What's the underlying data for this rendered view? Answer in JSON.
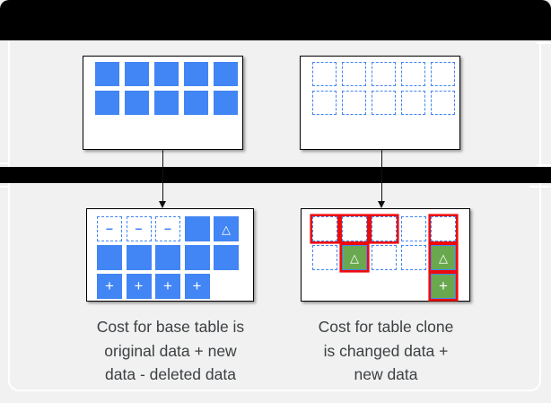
{
  "colors": {
    "blue": "#4285F4",
    "green": "#6AA84F",
    "red": "#EE0B0B",
    "bar": "#000000",
    "page_bg": "#F1F1F1",
    "card_bg": "#EEEEEE",
    "box_bg": "#FFFFFF",
    "outline": "#FFFFFF",
    "text": "#3C4043"
  },
  "glyphs": {
    "minus": "−",
    "plus": "+",
    "delta": "△"
  },
  "boxes": {
    "base_before": {
      "rows": [
        [
          "solid",
          "solid",
          "solid",
          "solid",
          "solid"
        ],
        [
          "solid",
          "solid",
          "solid",
          "solid",
          "solid"
        ]
      ]
    },
    "clone_before": {
      "rows": [
        [
          "dashed",
          "dashed",
          "dashed",
          "dashed",
          "dashed"
        ],
        [
          "dashed",
          "dashed",
          "dashed",
          "dashed",
          "dashed"
        ]
      ]
    },
    "base_after": {
      "rows": [
        [
          "dashed-minus",
          "dashed-minus",
          "dashed-minus",
          "solid",
          "solid-delta"
        ],
        [
          "solid",
          "solid",
          "solid",
          "solid",
          "solid"
        ],
        [
          "solid-plus",
          "solid-plus",
          "solid-plus",
          "solid-plus",
          "empty"
        ]
      ]
    },
    "clone_after": {
      "rows": [
        [
          "dashed-red",
          "dashed-red",
          "dashed-red",
          "dashed",
          "dashed-red"
        ],
        [
          "dashed",
          "green-delta-red",
          "dashed",
          "dashed",
          "green-delta-red"
        ],
        [
          "empty",
          "empty",
          "empty",
          "empty",
          "green-plus-red"
        ]
      ]
    }
  },
  "captions": {
    "base": "Cost for base table is\noriginal data + new\ndata - deleted data",
    "clone": "Cost for table clone\nis changed data +\nnew data"
  }
}
